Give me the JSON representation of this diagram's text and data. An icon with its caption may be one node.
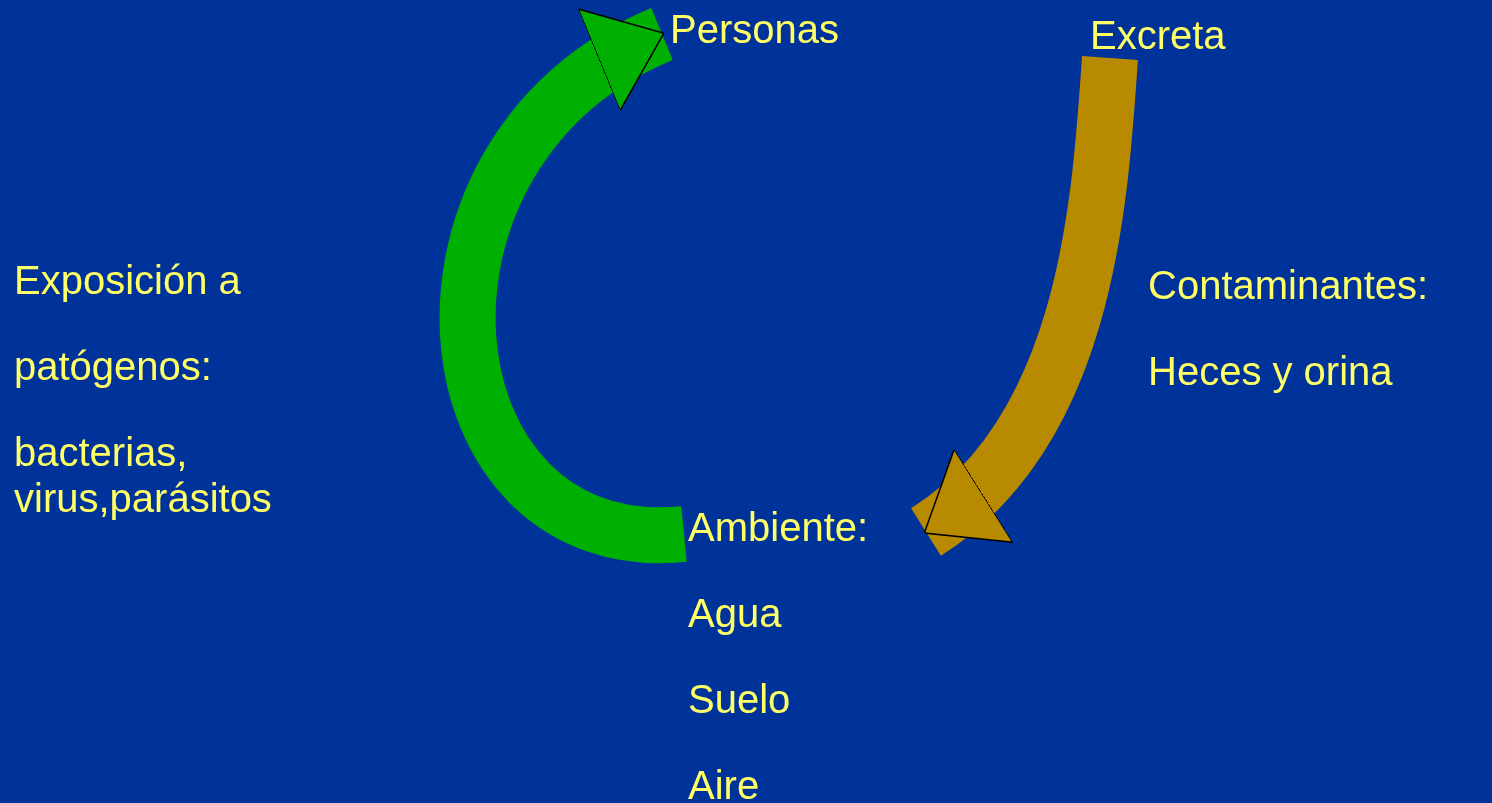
{
  "diagram": {
    "nodes": [
      {
        "text": [
          "Personas"
        ]
      },
      {
        "text": [
          "Excreta"
        ]
      },
      {
        "text": [
          "Contaminantes:",
          "Heces y orina"
        ]
      },
      {
        "text": [
          "Ambiente:",
          "Agua",
          "Suelo",
          "Aire"
        ]
      },
      {
        "text": [
          "Exposición a",
          "patógenos:",
          "bacterias, virus,parásitos"
        ]
      }
    ],
    "edges": [
      {
        "from": 1,
        "to": 3,
        "arrow": "to",
        "color": "#b88a00"
      },
      {
        "from": 3,
        "to": 0,
        "arrow": "to",
        "color": "#00b000"
      }
    ]
  }
}
